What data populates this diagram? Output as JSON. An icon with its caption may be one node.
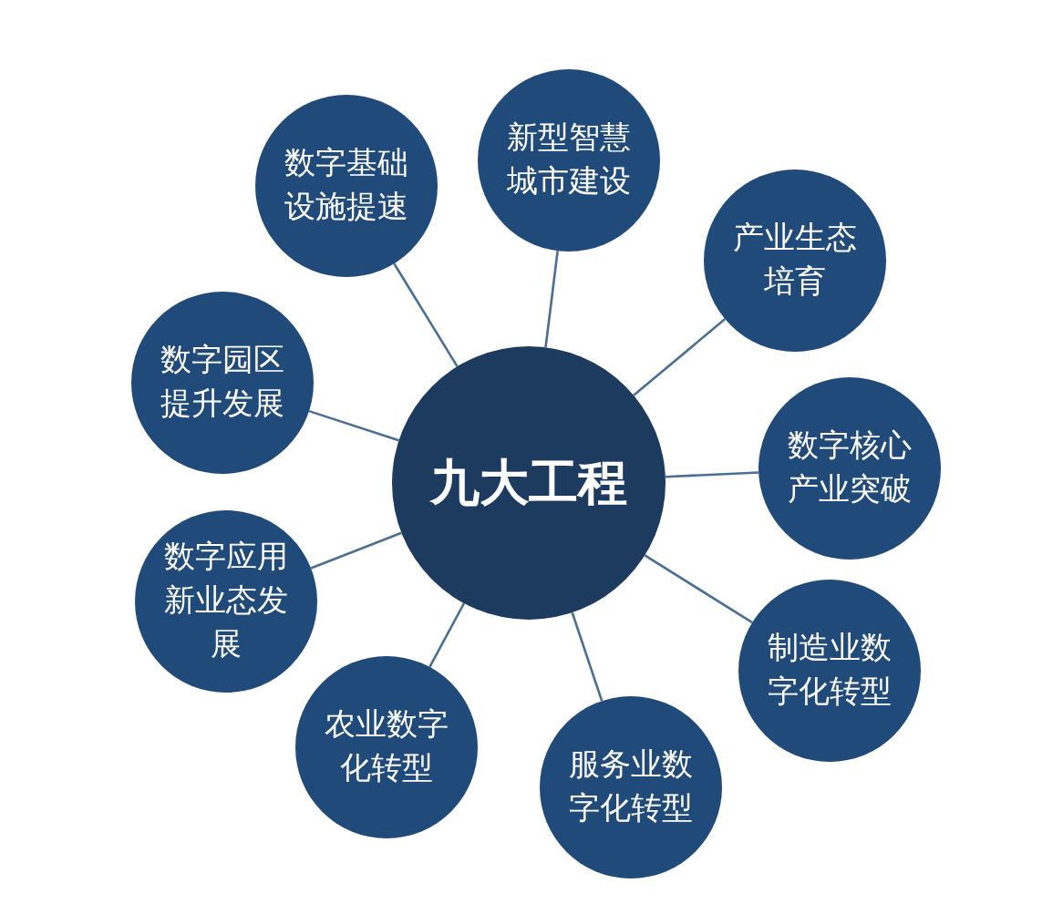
{
  "diagram": {
    "nodes": [
      {
        "text": [
          "九大工程"
        ]
      },
      {
        "text": [
          "数字基础设施提速"
        ]
      },
      {
        "text": [
          "新型智慧城市建设"
        ]
      },
      {
        "text": [
          "产业生态培育"
        ]
      },
      {
        "text": [
          "数字核心产业突破"
        ]
      },
      {
        "text": [
          "制造业数字化转型"
        ]
      },
      {
        "text": [
          "服务业数字化转型"
        ]
      },
      {
        "text": [
          "农业数字化转型"
        ]
      },
      {
        "text": [
          "数字应用新业态发展"
        ]
      },
      {
        "text": [
          "数字园区提升发展"
        ]
      }
    ],
    "edges": [
      {
        "from": 0,
        "to": 1,
        "arrow": "none"
      },
      {
        "from": 0,
        "to": 2,
        "arrow": "none"
      },
      {
        "from": 0,
        "to": 3,
        "arrow": "none"
      },
      {
        "from": 0,
        "to": 4,
        "arrow": "none"
      },
      {
        "from": 0,
        "to": 5,
        "arrow": "none"
      },
      {
        "from": 0,
        "to": 6,
        "arrow": "none"
      },
      {
        "from": 0,
        "to": 7,
        "arrow": "none"
      },
      {
        "from": 0,
        "to": 8,
        "arrow": "none"
      },
      {
        "from": 0,
        "to": 9,
        "arrow": "none"
      }
    ]
  }
}
